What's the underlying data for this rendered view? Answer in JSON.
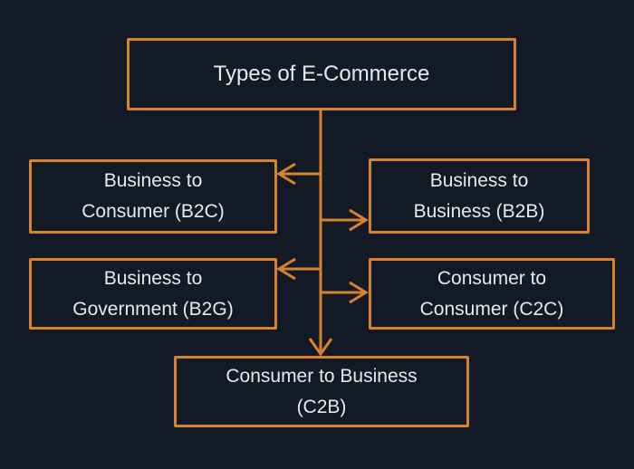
{
  "diagram": {
    "title": "Types of E-Commerce",
    "nodes": [
      {
        "id": "b2c",
        "label": "Business to\nConsumer (B2C)"
      },
      {
        "id": "b2b",
        "label": "Business to\nBusiness (B2B)"
      },
      {
        "id": "b2g",
        "label": "Business to\nGovernment (B2G)"
      },
      {
        "id": "c2c",
        "label": "Consumer to\nConsumer (C2C)"
      },
      {
        "id": "c2b",
        "label": "Consumer to Business\n(C2B)"
      }
    ],
    "edges": [
      {
        "from": "types-of-e-commerce",
        "to": "b2c",
        "arrow": "left"
      },
      {
        "from": "types-of-e-commerce",
        "to": "b2b",
        "arrow": "right"
      },
      {
        "from": "types-of-e-commerce",
        "to": "b2g",
        "arrow": "left"
      },
      {
        "from": "types-of-e-commerce",
        "to": "c2c",
        "arrow": "right"
      },
      {
        "from": "types-of-e-commerce",
        "to": "c2b",
        "arrow": "down"
      }
    ],
    "colors": {
      "background": "#131a25",
      "box_border": "#d9822c",
      "connector": "#d9822c",
      "text": "#e3eaf0"
    }
  }
}
